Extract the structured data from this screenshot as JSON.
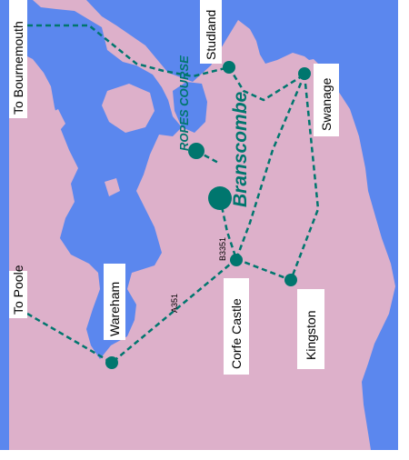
{
  "colors": {
    "sea": "#5b87ee",
    "land": "#ddb0ca",
    "route": "#00766e",
    "label_bg": "#ffffff",
    "label_text": "#000000",
    "venue_text": "#00766e"
  },
  "places": {
    "studland": "Studland",
    "swanage": "Swanage",
    "corfe_castle": "Corfe Castle",
    "kingston": "Kingston",
    "wareham": "Wareham"
  },
  "directions": {
    "to_bournemouth": "To Bournemouth",
    "to_poole": "To Poole"
  },
  "roads": {
    "b3351": "B3351",
    "a351": "A351"
  },
  "venue": {
    "name": "Branscombe",
    "ropes_course": "ROPES COURSE"
  },
  "icons": {
    "location_marker": "teal-dot-icon",
    "venue_marker": "large-teal-dot-icon"
  }
}
